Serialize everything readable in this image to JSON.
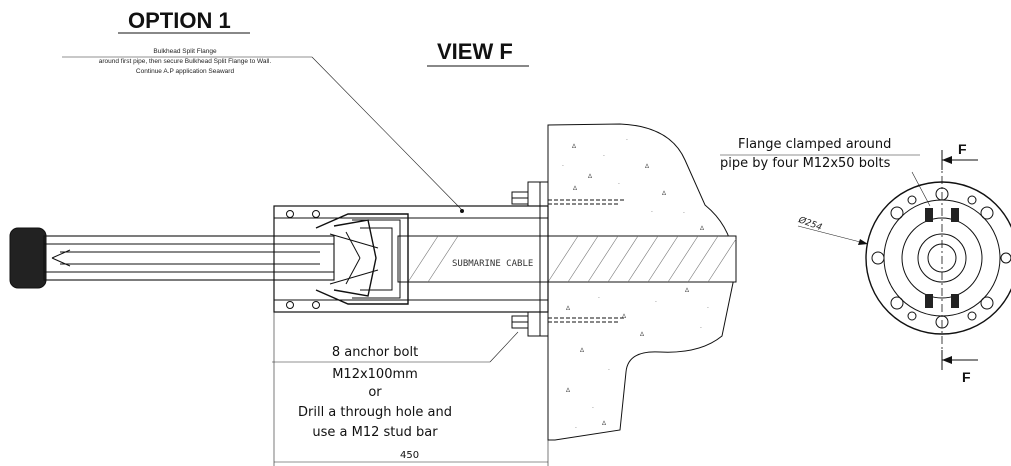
{
  "title": "OPTION 1",
  "view_label": "VIEW F",
  "note_top": {
    "line1": "Bulkhead Split Flange",
    "line2": "around first pipe, then secure Bulkhead Split Flange to Wall.",
    "line3": "Continue A.P  application Seaward"
  },
  "cable_label": "SUBMARINE CABLE",
  "anchor_note": {
    "line1": "8 anchor bolt",
    "line2": "M12x100mm",
    "line3": "or",
    "line4": "Drill a through hole and",
    "line5": "use a M12 stud bar"
  },
  "dimension_450": "450",
  "flange_note": {
    "line1": "Flange clamped around",
    "line2": "pipe by four M12x50 bolts"
  },
  "diameter_label": "Ø254",
  "section_marker_top": "F",
  "section_marker_bottom": "F",
  "colors": {
    "line": "#111111",
    "hatch": "#555555",
    "background": "#ffffff"
  }
}
